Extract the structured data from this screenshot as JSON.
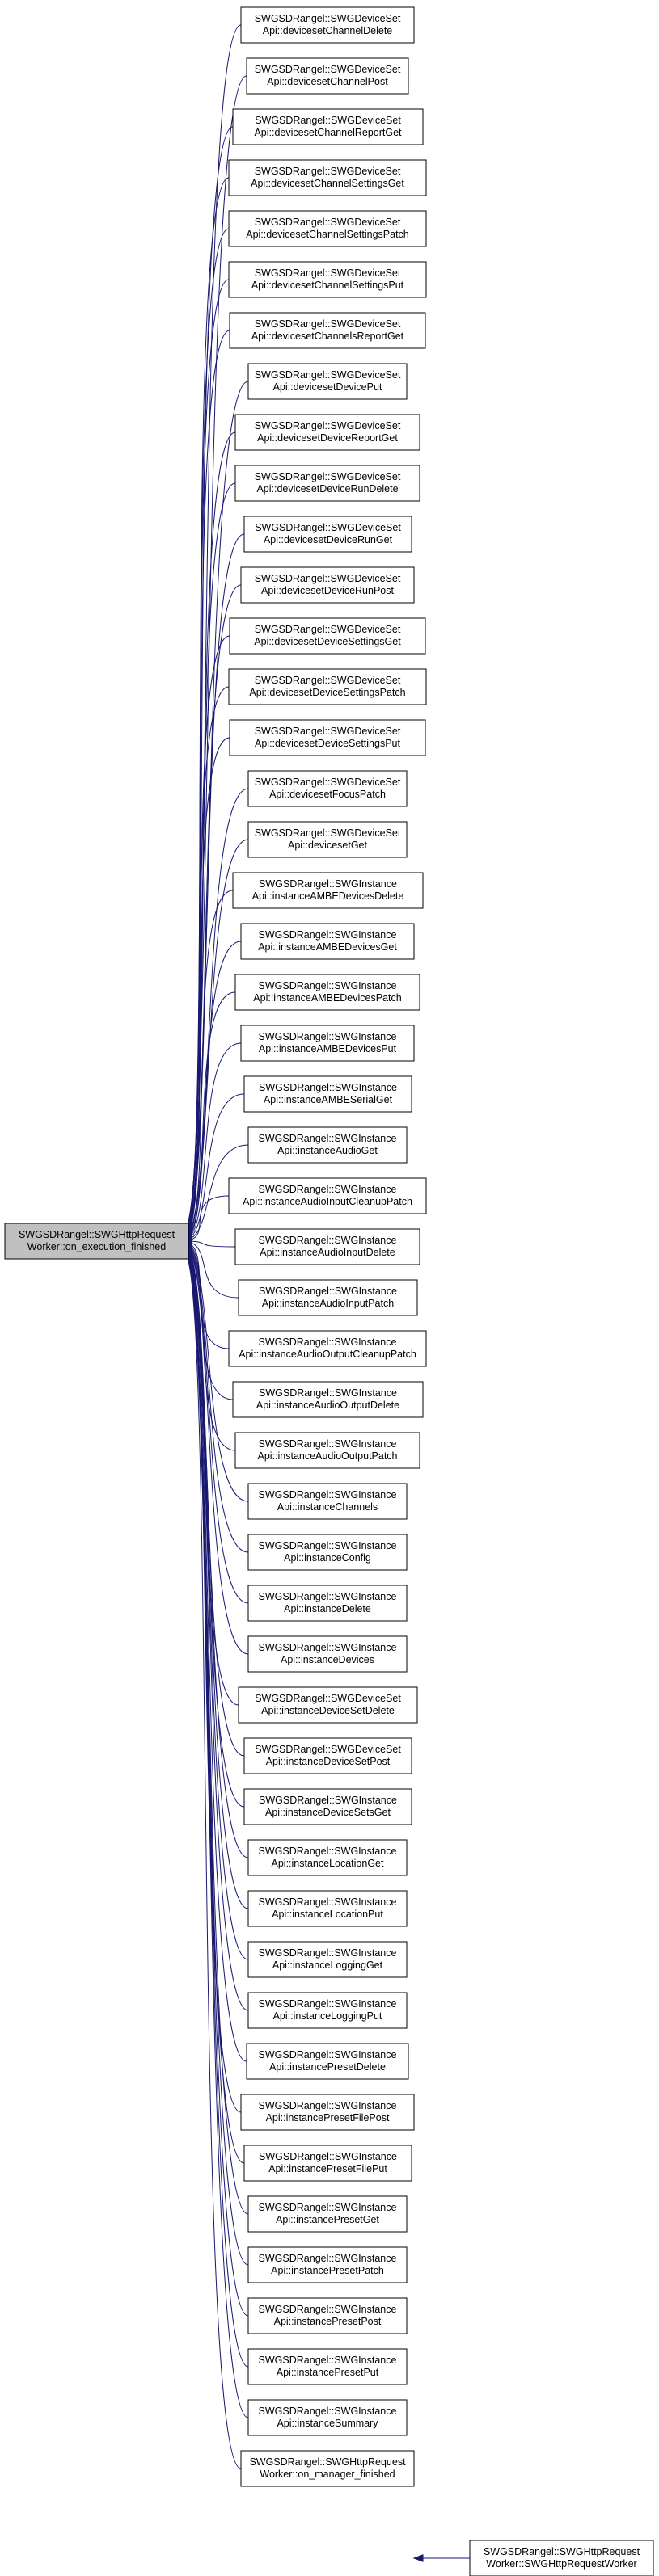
{
  "graph": {
    "edge_color": "#191970",
    "focus_fill": "#c0c0c0",
    "focus": {
      "line1": "SWGSDRangel::SWGHttpRequest",
      "line2": "Worker::on_execution_finished"
    },
    "callers": [
      {
        "line1": "SWGSDRangel::SWGDeviceSet",
        "line2": "Api::devicesetChannelDelete"
      },
      {
        "line1": "SWGSDRangel::SWGDeviceSet",
        "line2": "Api::devicesetChannelPost"
      },
      {
        "line1": "SWGSDRangel::SWGDeviceSet",
        "line2": "Api::devicesetChannelReportGet"
      },
      {
        "line1": "SWGSDRangel::SWGDeviceSet",
        "line2": "Api::devicesetChannelSettingsGet"
      },
      {
        "line1": "SWGSDRangel::SWGDeviceSet",
        "line2": "Api::devicesetChannelSettingsPatch"
      },
      {
        "line1": "SWGSDRangel::SWGDeviceSet",
        "line2": "Api::devicesetChannelSettingsPut"
      },
      {
        "line1": "SWGSDRangel::SWGDeviceSet",
        "line2": "Api::devicesetChannelsReportGet"
      },
      {
        "line1": "SWGSDRangel::SWGDeviceSet",
        "line2": "Api::devicesetDevicePut"
      },
      {
        "line1": "SWGSDRangel::SWGDeviceSet",
        "line2": "Api::devicesetDeviceReportGet"
      },
      {
        "line1": "SWGSDRangel::SWGDeviceSet",
        "line2": "Api::devicesetDeviceRunDelete"
      },
      {
        "line1": "SWGSDRangel::SWGDeviceSet",
        "line2": "Api::devicesetDeviceRunGet"
      },
      {
        "line1": "SWGSDRangel::SWGDeviceSet",
        "line2": "Api::devicesetDeviceRunPost"
      },
      {
        "line1": "SWGSDRangel::SWGDeviceSet",
        "line2": "Api::devicesetDeviceSettingsGet"
      },
      {
        "line1": "SWGSDRangel::SWGDeviceSet",
        "line2": "Api::devicesetDeviceSettingsPatch"
      },
      {
        "line1": "SWGSDRangel::SWGDeviceSet",
        "line2": "Api::devicesetDeviceSettingsPut"
      },
      {
        "line1": "SWGSDRangel::SWGDeviceSet",
        "line2": "Api::devicesetFocusPatch"
      },
      {
        "line1": "SWGSDRangel::SWGDeviceSet",
        "line2": "Api::devicesetGet"
      },
      {
        "line1": "SWGSDRangel::SWGInstance",
        "line2": "Api::instanceAMBEDevicesDelete"
      },
      {
        "line1": "SWGSDRangel::SWGInstance",
        "line2": "Api::instanceAMBEDevicesGet"
      },
      {
        "line1": "SWGSDRangel::SWGInstance",
        "line2": "Api::instanceAMBEDevicesPatch"
      },
      {
        "line1": "SWGSDRangel::SWGInstance",
        "line2": "Api::instanceAMBEDevicesPut"
      },
      {
        "line1": "SWGSDRangel::SWGInstance",
        "line2": "Api::instanceAMBESerialGet"
      },
      {
        "line1": "SWGSDRangel::SWGInstance",
        "line2": "Api::instanceAudioGet"
      },
      {
        "line1": "SWGSDRangel::SWGInstance",
        "line2": "Api::instanceAudioInputCleanupPatch"
      },
      {
        "line1": "SWGSDRangel::SWGInstance",
        "line2": "Api::instanceAudioInputDelete"
      },
      {
        "line1": "SWGSDRangel::SWGInstance",
        "line2": "Api::instanceAudioInputPatch"
      },
      {
        "line1": "SWGSDRangel::SWGInstance",
        "line2": "Api::instanceAudioOutputCleanupPatch"
      },
      {
        "line1": "SWGSDRangel::SWGInstance",
        "line2": "Api::instanceAudioOutputDelete"
      },
      {
        "line1": "SWGSDRangel::SWGInstance",
        "line2": "Api::instanceAudioOutputPatch"
      },
      {
        "line1": "SWGSDRangel::SWGInstance",
        "line2": "Api::instanceChannels"
      },
      {
        "line1": "SWGSDRangel::SWGInstance",
        "line2": "Api::instanceConfig"
      },
      {
        "line1": "SWGSDRangel::SWGInstance",
        "line2": "Api::instanceDelete"
      },
      {
        "line1": "SWGSDRangel::SWGInstance",
        "line2": "Api::instanceDevices"
      },
      {
        "line1": "SWGSDRangel::SWGDeviceSet",
        "line2": "Api::instanceDeviceSetDelete"
      },
      {
        "line1": "SWGSDRangel::SWGDeviceSet",
        "line2": "Api::instanceDeviceSetPost"
      },
      {
        "line1": "SWGSDRangel::SWGInstance",
        "line2": "Api::instanceDeviceSetsGet"
      },
      {
        "line1": "SWGSDRangel::SWGInstance",
        "line2": "Api::instanceLocationGet"
      },
      {
        "line1": "SWGSDRangel::SWGInstance",
        "line2": "Api::instanceLocationPut"
      },
      {
        "line1": "SWGSDRangel::SWGInstance",
        "line2": "Api::instanceLoggingGet"
      },
      {
        "line1": "SWGSDRangel::SWGInstance",
        "line2": "Api::instanceLoggingPut"
      },
      {
        "line1": "SWGSDRangel::SWGInstance",
        "line2": "Api::instancePresetDelete"
      },
      {
        "line1": "SWGSDRangel::SWGInstance",
        "line2": "Api::instancePresetFilePost"
      },
      {
        "line1": "SWGSDRangel::SWGInstance",
        "line2": "Api::instancePresetFilePut"
      },
      {
        "line1": "SWGSDRangel::SWGInstance",
        "line2": "Api::instancePresetGet"
      },
      {
        "line1": "SWGSDRangel::SWGInstance",
        "line2": "Api::instancePresetPatch"
      },
      {
        "line1": "SWGSDRangel::SWGInstance",
        "line2": "Api::instancePresetPost"
      },
      {
        "line1": "SWGSDRangel::SWGInstance",
        "line2": "Api::instancePresetPut"
      },
      {
        "line1": "SWGSDRangel::SWGInstance",
        "line2": "Api::instanceSummary"
      },
      {
        "line1": "SWGSDRangel::SWGHttpRequest",
        "line2": "Worker::on_manager_finished"
      }
    ],
    "chain": {
      "line1": "SWGSDRangel::SWGHttpRequest",
      "line2": "Worker::SWGHttpRequestWorker"
    }
  }
}
